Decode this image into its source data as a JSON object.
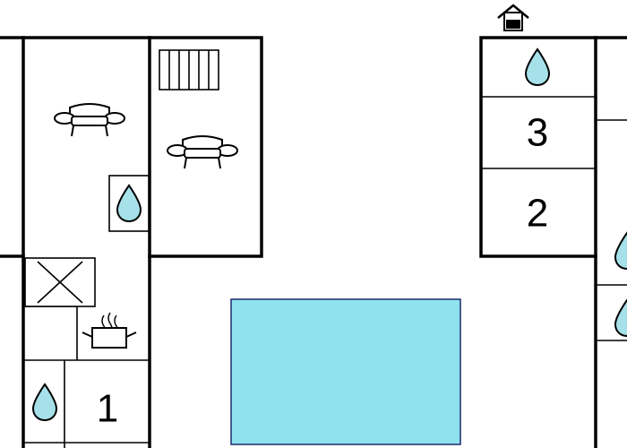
{
  "plan": {
    "colors": {
      "wall": "#000000",
      "water": "#a6e1ea",
      "pool": "#8fe3ef",
      "pool_stroke": "#1a2a6a"
    },
    "room_labels": {
      "room_1": "1",
      "room_2": "2",
      "room_3": "3"
    },
    "icons": {
      "house": "house-icon",
      "sofa": "sofa-icon",
      "water": "water-drop-icon",
      "stove": "stove-icon",
      "pot": "cooking-pot-icon",
      "radiator": "radiator-icon"
    }
  }
}
